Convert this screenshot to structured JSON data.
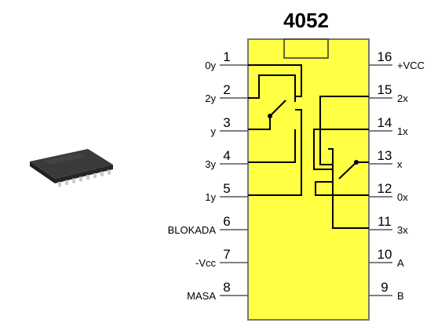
{
  "title": "4052",
  "pins": [
    {
      "num": "1",
      "label": "0y"
    },
    {
      "num": "2",
      "label": "2y"
    },
    {
      "num": "3",
      "label": "y"
    },
    {
      "num": "4",
      "label": "3y"
    },
    {
      "num": "5",
      "label": "1y"
    },
    {
      "num": "6",
      "label": "BLOKADA"
    },
    {
      "num": "7",
      "label": "-Vcc"
    },
    {
      "num": "8",
      "label": "MASA"
    },
    {
      "num": "9",
      "label": "B"
    },
    {
      "num": "10",
      "label": "A"
    },
    {
      "num": "11",
      "label": "3x"
    },
    {
      "num": "12",
      "label": "0x"
    },
    {
      "num": "13",
      "label": "x"
    },
    {
      "num": "14",
      "label": "1x"
    },
    {
      "num": "15",
      "label": "2x"
    },
    {
      "num": "16",
      "label": "+VCC"
    }
  ],
  "colors": {
    "chip_body": "#ffff44",
    "chip_outline": "#777777",
    "package": "#3a3a3a"
  }
}
